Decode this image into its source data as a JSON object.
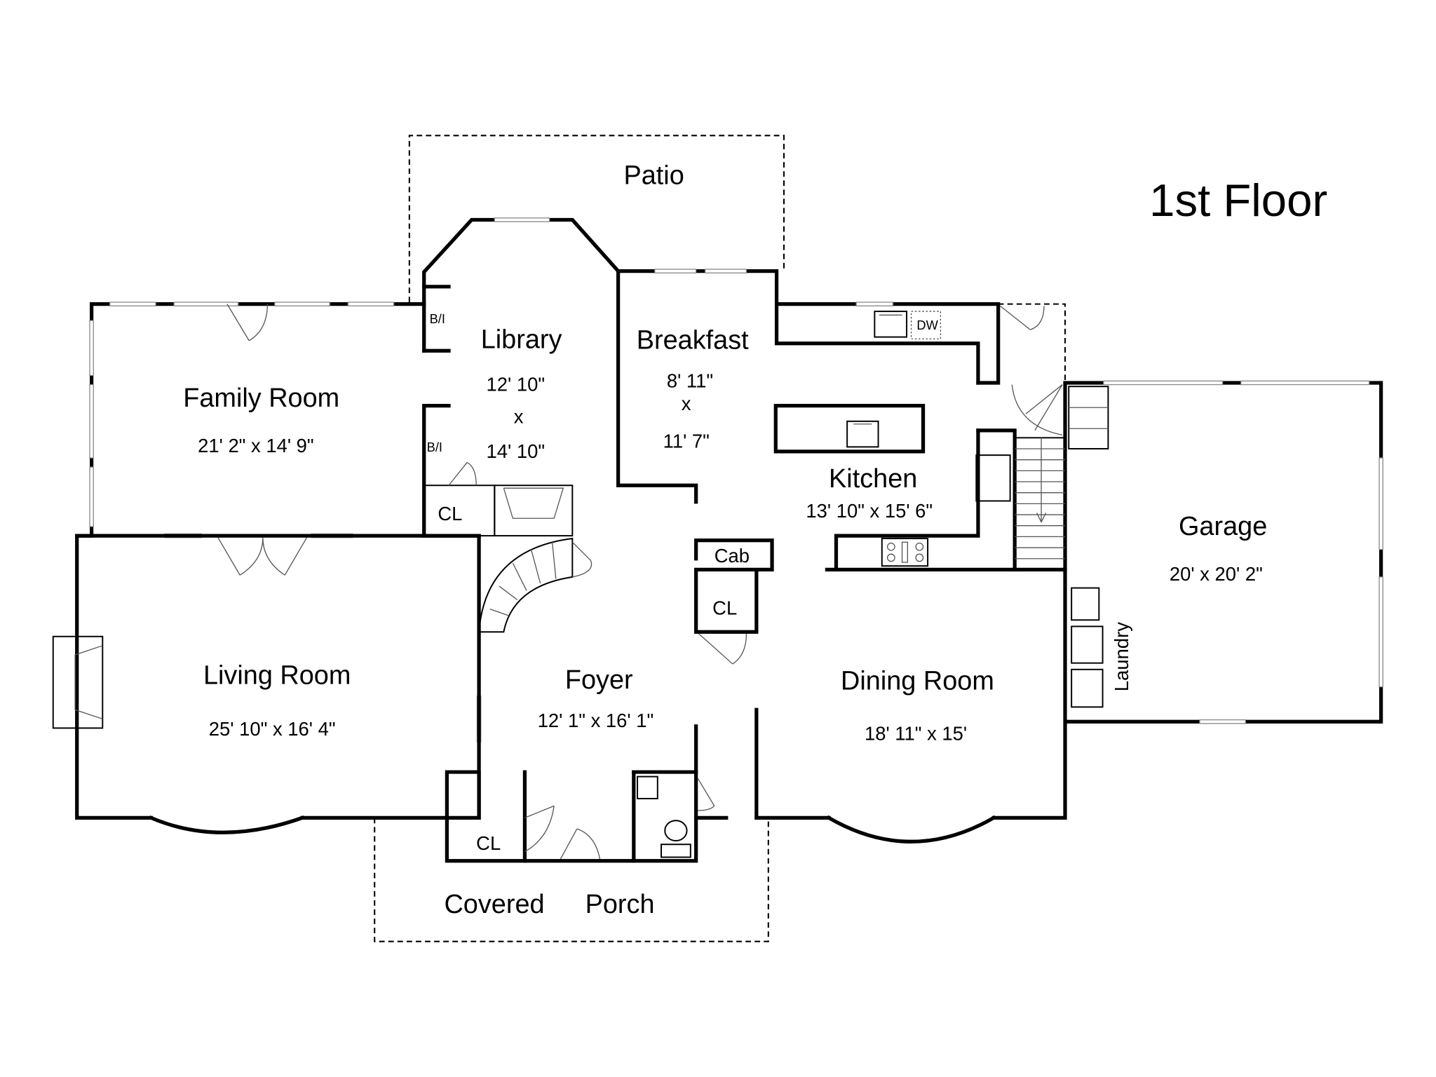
{
  "title": "1st Floor",
  "rooms": {
    "patio": {
      "name": "Patio"
    },
    "library": {
      "name": "Library",
      "dim_w": "12' 10\"",
      "x": "x",
      "dim_h": "14' 10\""
    },
    "breakfast": {
      "name": "Breakfast",
      "dim_w": "8' 11\"",
      "x": "x",
      "dim_h": "11' 7\""
    },
    "family_room": {
      "name": "Family Room",
      "dims": "21' 2\" x 14' 9\""
    },
    "kitchen": {
      "name": "Kitchen",
      "dims": "13' 10\" x 15' 6\""
    },
    "garage": {
      "name": "Garage",
      "dims": "20' x 20' 2\""
    },
    "living_room": {
      "name": "Living Room",
      "dims": "25' 10\" x 16' 4\""
    },
    "foyer": {
      "name": "Foyer",
      "dims": "12' 1\" x 16' 1\""
    },
    "dining_room": {
      "name": "Dining Room",
      "dims": "18' 11\" x 15'"
    },
    "laundry": {
      "name": "Laundry"
    },
    "covered_porch": {
      "name_1": "Covered",
      "name_2": "Porch"
    }
  },
  "labels": {
    "bi_1": "B/I",
    "bi_2": "B/I",
    "cl_library": "CL",
    "cl_foyer": "CL",
    "cl_porch": "CL",
    "cab": "Cab",
    "dw": "DW"
  }
}
